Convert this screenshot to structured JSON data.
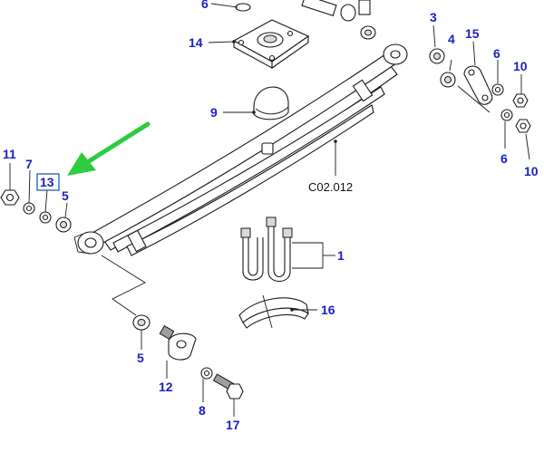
{
  "diagram": {
    "reference_code": "C02.012",
    "highlighted_callout": "13",
    "arrow_color": "#2ecc40",
    "callout_color": "#1a22c8",
    "callouts": {
      "n6_top": "6",
      "n14": "14",
      "n3": "3",
      "n15": "15",
      "n4": "4",
      "n6_right": "6",
      "n10_right": "10",
      "n9": "9",
      "n6_lower": "6",
      "n10_lower": "10",
      "n11": "11",
      "n7": "7",
      "n13": "13",
      "n5_left": "5",
      "n1": "1",
      "n16": "16",
      "n5_bottom": "5",
      "n12": "12",
      "n8": "8",
      "n17": "17"
    }
  }
}
